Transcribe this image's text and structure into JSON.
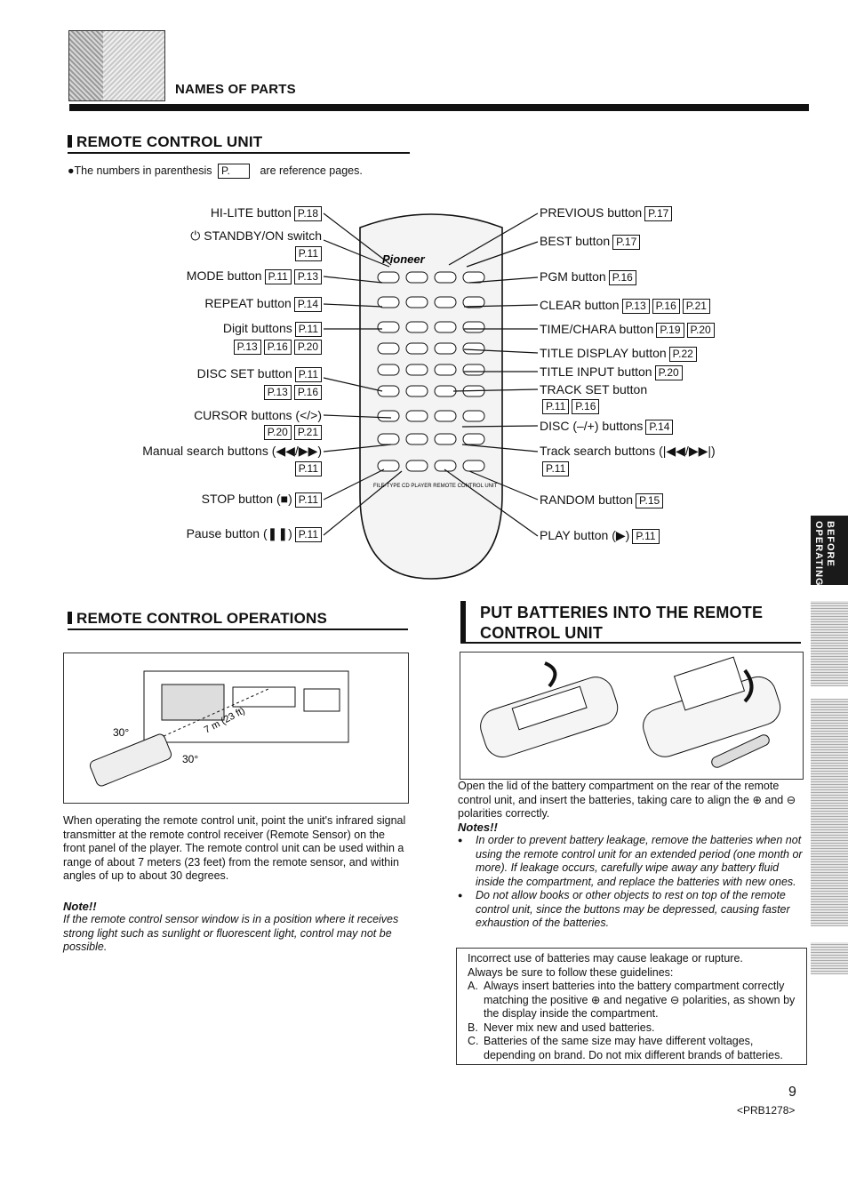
{
  "header": {
    "section": "NAMES OF PARTS"
  },
  "remote_unit": {
    "title": "REMOTE CONTROL UNIT",
    "intro_prefix": "●The numbers in parenthesis",
    "intro_ref": "P.",
    "intro_suffix": "are reference pages.",
    "left_labels": [
      {
        "text": "HI-LITE button",
        "refs": [
          "P.18"
        ]
      },
      {
        "text": "⏻ STANDBY/ON switch",
        "refs": [
          "P.11"
        ]
      },
      {
        "text": "MODE button",
        "refs": [
          "P.11",
          "P.13"
        ]
      },
      {
        "text": "REPEAT button",
        "refs": [
          "P.14"
        ]
      },
      {
        "text": "Digit buttons",
        "refs": [
          "P.11",
          "P.13",
          "P.16",
          "P.20"
        ]
      },
      {
        "text": "DISC SET button",
        "refs": [
          "P.11",
          "P.13",
          "P.16"
        ]
      },
      {
        "text": "CURSOR buttons (</>)",
        "refs": [
          "P.20",
          "P.21"
        ]
      },
      {
        "text": "Manual search buttons (◀◀/▶▶)",
        "refs": [
          "P.11"
        ]
      },
      {
        "text": "STOP button (■)",
        "refs": [
          "P.11"
        ]
      },
      {
        "text": "Pause button (❚❚)",
        "refs": [
          "P.11"
        ]
      }
    ],
    "right_labels": [
      {
        "text": "PREVIOUS button",
        "refs": [
          "P.17"
        ]
      },
      {
        "text": "BEST button",
        "refs": [
          "P.17"
        ]
      },
      {
        "text": "PGM button",
        "refs": [
          "P.16"
        ]
      },
      {
        "text": "CLEAR button",
        "refs": [
          "P.13",
          "P.16",
          "P.21"
        ]
      },
      {
        "text": "TIME/CHARA button",
        "refs": [
          "P.19",
          "P.20"
        ]
      },
      {
        "text": "TITLE DISPLAY button",
        "refs": [
          "P.22"
        ]
      },
      {
        "text": "TITLE INPUT button",
        "refs": [
          "P.20"
        ]
      },
      {
        "text": "TRACK SET button",
        "refs": [
          "P.11",
          "P.16"
        ]
      },
      {
        "text": "DISC (–/+) buttons",
        "refs": [
          "P.14"
        ]
      },
      {
        "text": "Track search buttons (|◀◀/▶▶|)",
        "refs": [
          "P.11"
        ]
      },
      {
        "text": "RANDOM button",
        "refs": [
          "P.15"
        ]
      },
      {
        "text": "PLAY button (▶)",
        "refs": [
          "P.11"
        ]
      }
    ],
    "remote_brand": "Pioneer",
    "remote_caption": "FILE-TYPE CD PLAYER REMOTE CONTROL UNIT"
  },
  "operations": {
    "title": "REMOTE CONTROL OPERATIONS",
    "angle_label": "30°",
    "distance_label": "7 m (23 ft)",
    "body": "When operating the remote control unit, point the unit's infrared signal transmitter at the remote control receiver (Remote Sensor) on the front panel of the player. The remote control unit can be used within a range of about 7 meters (23 feet) from the remote sensor, and within angles of up to about 30 degrees.",
    "note_title": "Note!!",
    "note_text": "If the remote control sensor window is in a position where it receives strong light such as sunlight or fluorescent light, control may not be possible."
  },
  "batteries": {
    "title_line1": "PUT BATTERIES INTO THE REMOTE",
    "title_line2": "CONTROL UNIT",
    "body": "Open the lid of the battery compartment on the rear of the remote control unit, and insert the batteries, taking care to align the ⊕ and ⊖ polarities correctly.",
    "notes_title": "Notes!!",
    "notes": [
      "In order to prevent battery leakage, remove the batteries when not using the remote control unit for an extended period (one month or more). If leakage occurs, carefully wipe away any battery fluid inside the compartment, and replace the batteries with new ones.",
      "Do not allow books or other objects to rest on top of the remote control unit, since the buttons may be depressed, causing faster exhaustion of the batteries."
    ],
    "warning_intro": "Incorrect use of batteries may cause leakage or rupture.",
    "warning_intro2": "Always be sure to follow these guidelines:",
    "warnings": [
      {
        "letter": "A.",
        "text": "Always insert batteries into the battery compartment correctly matching the positive ⊕ and negative ⊖ polarities, as shown by the display inside the compartment."
      },
      {
        "letter": "B.",
        "text": "Never mix new and used batteries."
      },
      {
        "letter": "C.",
        "text": "Batteries of the same size may have different voltages, depending on brand. Do not mix different brands of batteries."
      }
    ]
  },
  "side_tab": {
    "line1": "BEFORE",
    "line2": "OPERATING"
  },
  "footer": {
    "page": "9",
    "code": "<PRB1278>"
  }
}
